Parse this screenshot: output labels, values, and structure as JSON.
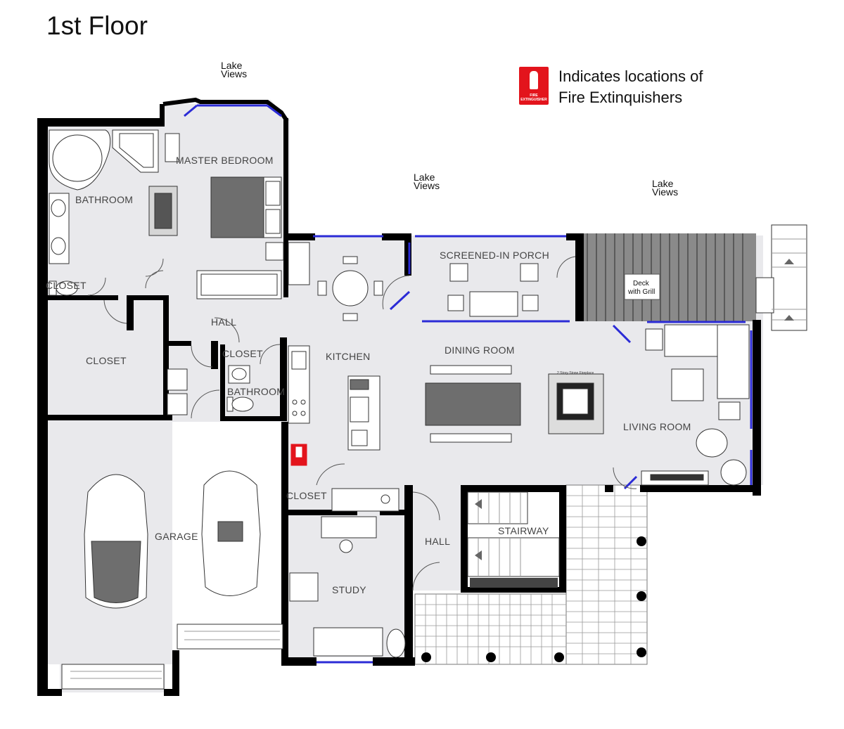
{
  "title": "1st Floor",
  "legend": {
    "line1": "Indicates locations of",
    "line2": "Fire Extinquishers",
    "icon": "fire-extinguisher-icon",
    "icon_text": "FIRE EXTINGUISHER",
    "icon_color": "#e3141c"
  },
  "views": {
    "top_line1": "Lake",
    "top_line2": "Views",
    "middle_line1": "Lake",
    "middle_line2": "Views",
    "right_line1": "Lake",
    "right_line2": "Views"
  },
  "rooms": {
    "master_bedroom": "MASTER BEDROOM",
    "bathroom_master": "BATHROOM",
    "closet_master": "CLOSET",
    "closet_left": "CLOSET",
    "hall_upper": "HALL",
    "closet_hall": "CLOSET",
    "bathroom_hall": "BATHROOM",
    "kitchen": "KITCHEN",
    "screened_porch": "SCREENED-IN PORCH",
    "dining_room": "DINING ROOM",
    "living_room": "LIVING ROOM",
    "garage": "GARAGE",
    "closet_kitchen": "CLOSET",
    "hall_lower": "HALL",
    "stairway": "STAIRWAY",
    "study": "STUDY"
  },
  "annotations": {
    "deck_line1": "Deck",
    "deck_line2": "with Grill",
    "fireplace": "2 Story Stone Fireplace"
  },
  "colors": {
    "wall": "#000000",
    "floor": "#e9e9ec",
    "window": "#2b2bd6",
    "furniture": "#ffffff",
    "dark_fill": "#6e6e6e"
  }
}
